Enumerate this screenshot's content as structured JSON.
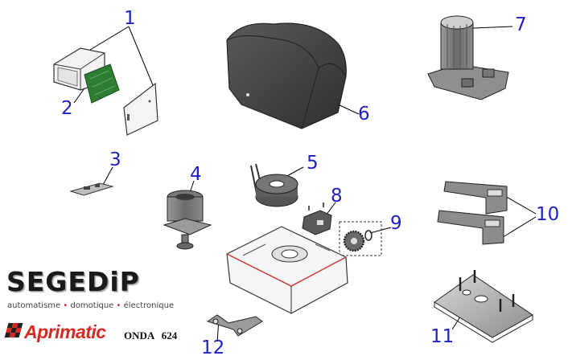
{
  "callouts": [
    "1",
    "2",
    "3",
    "4",
    "5",
    "6",
    "7",
    "8",
    "9",
    "10",
    "11",
    "12"
  ],
  "parts": [
    {
      "id": "1",
      "name": "electronic-control-box"
    },
    {
      "id": "2",
      "name": "control-board"
    },
    {
      "id": "3",
      "name": "small-circuit-board"
    },
    {
      "id": "4",
      "name": "motor-capacitor-assembly"
    },
    {
      "id": "5",
      "name": "toroidal-transformer"
    },
    {
      "id": "6",
      "name": "motor-cover"
    },
    {
      "id": "7",
      "name": "motor-upper-body"
    },
    {
      "id": "8",
      "name": "limit-switch"
    },
    {
      "id": "9",
      "name": "drive-pinion-gear"
    },
    {
      "id": "10",
      "name": "limit-switch-brackets"
    },
    {
      "id": "11",
      "name": "foundation-plate"
    },
    {
      "id": "12",
      "name": "release-lever"
    }
  ],
  "brand": {
    "segedip": "SEGEDiP",
    "tagline_1": "automatisme",
    "tagline_2": "domotique",
    "tagline_3": "électronique",
    "aprimatic": "Aprimatic",
    "model": "ONDA 624"
  },
  "colors": {
    "callout": "#1f1fc4",
    "board": "#2e7d32",
    "cover": "#4a4a4a",
    "body_outline": "#c83a3a",
    "aprimatic": "#d42a23"
  }
}
